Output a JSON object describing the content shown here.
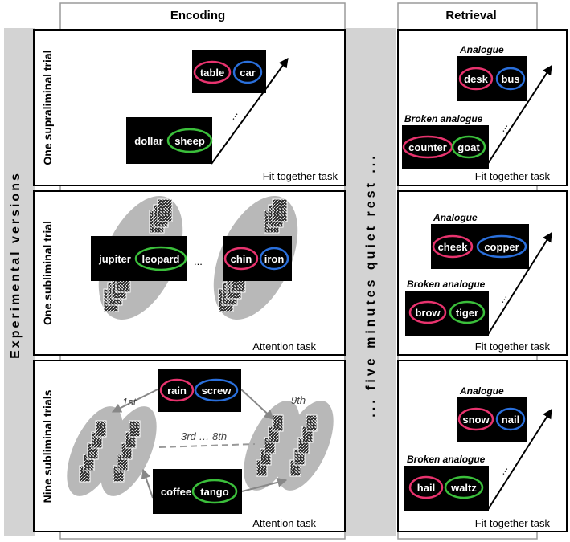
{
  "headers": {
    "encoding": "Encoding",
    "retrieval": "Retrieval"
  },
  "left_label": "Experimental versions",
  "rest_label": "... five minutes quiet rest ...",
  "colors": {
    "pink": "#e8336e",
    "blue": "#2a6fdb",
    "green": "#3bbf3b"
  },
  "rows": [
    {
      "side_label": "One supraliminal trial",
      "encoding": {
        "pairs": [
          {
            "left": "table",
            "right": "car",
            "left_ring": "pink",
            "right_ring": "blue"
          },
          {
            "left": "dollar",
            "right": "sheep",
            "left_ring": "none",
            "right_ring": "green"
          }
        ],
        "ellipsis": "...",
        "task": "Fit together task"
      },
      "retrieval": {
        "analogue_label": "Analogue",
        "analogue": {
          "left": "desk",
          "right": "bus",
          "left_ring": "pink",
          "right_ring": "blue"
        },
        "broken_label": "Broken analogue",
        "broken": {
          "left": "counter",
          "right": "goat",
          "left_ring": "pink",
          "right_ring": "green"
        },
        "ellipsis": "...",
        "task": "Fit together task"
      }
    },
    {
      "side_label": "One subliminal trial",
      "encoding": {
        "pairs": [
          {
            "left": "jupiter",
            "right": "leopard",
            "left_ring": "none",
            "right_ring": "green"
          },
          {
            "left": "chin",
            "right": "iron",
            "left_ring": "pink",
            "right_ring": "blue"
          }
        ],
        "ellipsis": "...",
        "task": "Attention task"
      },
      "retrieval": {
        "analogue_label": "Analogue",
        "analogue": {
          "left": "cheek",
          "right": "copper",
          "left_ring": "pink",
          "right_ring": "blue"
        },
        "broken_label": "Broken analogue",
        "broken": {
          "left": "brow",
          "right": "tiger",
          "left_ring": "pink",
          "right_ring": "green"
        },
        "ellipsis": "...",
        "task": "Fit together task"
      }
    },
    {
      "side_label": "Nine subliminal trials",
      "encoding": {
        "pairs": [
          {
            "left": "rain",
            "right": "screw",
            "left_ring": "pink",
            "right_ring": "blue"
          },
          {
            "left": "coffee",
            "right": "tango",
            "left_ring": "none",
            "right_ring": "green"
          }
        ],
        "ordinals": {
          "first": "1st",
          "mid": "3rd … 8th",
          "last": "9th"
        },
        "task": "Attention task"
      },
      "retrieval": {
        "analogue_label": "Analogue",
        "analogue": {
          "left": "snow",
          "right": "nail",
          "left_ring": "pink",
          "right_ring": "blue"
        },
        "broken_label": "Broken analogue",
        "broken": {
          "left": "hail",
          "right": "waltz",
          "left_ring": "pink",
          "right_ring": "green"
        },
        "ellipsis": "...",
        "task": "Fit together task"
      }
    }
  ]
}
